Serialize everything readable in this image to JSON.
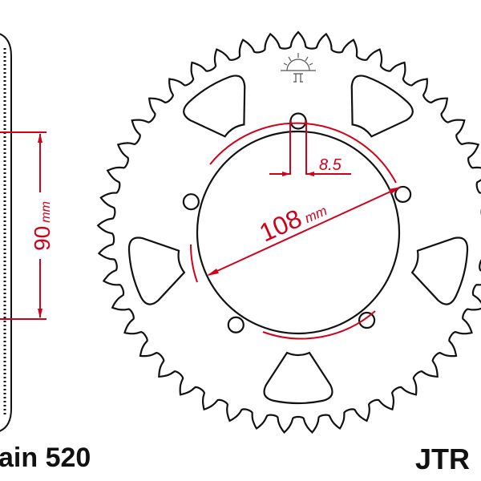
{
  "drawing": {
    "side_dimension": {
      "value": "90",
      "unit": "mm"
    },
    "bolt_circle_dimension": {
      "value": "108",
      "unit": "mm"
    },
    "bolt_hole_dimension": {
      "value": "8.5"
    },
    "chain_label": "ain 520",
    "brand_label": "JTR",
    "bolt_holes": 5,
    "teeth": 45,
    "colors": {
      "outline": "#111111",
      "dimension": "#d0021b"
    }
  }
}
